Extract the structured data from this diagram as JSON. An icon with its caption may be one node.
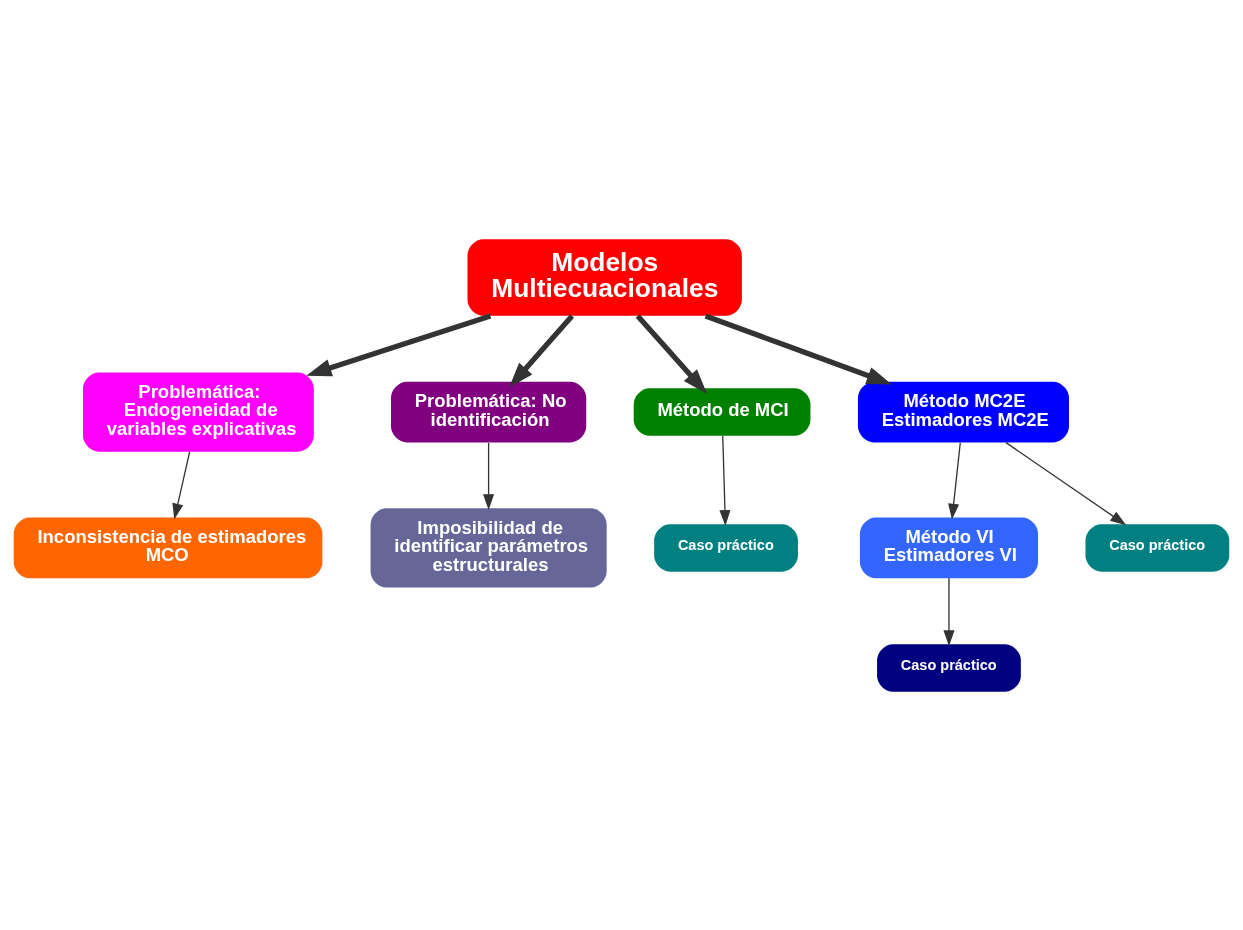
{
  "diagram": {
    "nodes": [
      {
        "text": [
          "Inconsistencia de estimadores MCO"
        ]
      },
      {
        "text": [
          "Imposibilidad de identificar parámetros estructurales"
        ]
      },
      {
        "text": [
          "Problemática: Endogeneidad de variables explicativas"
        ]
      },
      {
        "text": [
          "Problemática: No identificación"
        ]
      },
      {
        "text": [
          "Modelos Multiecuacionales"
        ]
      },
      {
        "text": [
          "Método de MCI"
        ]
      },
      {
        "text": [
          "Método MC2E Estimadores MC2E"
        ]
      },
      {
        "text": [
          "Método VI Estimadores VI"
        ]
      },
      {
        "text": [
          "Caso práctico"
        ]
      },
      {
        "text": [
          "Caso práctico"
        ]
      },
      {
        "text": [
          "Caso práctico"
        ]
      }
    ],
    "edges": [
      {
        "from": 2,
        "to": 0,
        "arrow": "to"
      },
      {
        "from": 3,
        "to": 1,
        "arrow": "to"
      },
      {
        "from": 4,
        "to": 2,
        "arrow": "to",
        "style": "thick"
      },
      {
        "from": 4,
        "to": 3,
        "arrow": "to",
        "style": "thick"
      },
      {
        "from": 4,
        "to": 5,
        "arrow": "to",
        "style": "thick"
      },
      {
        "from": 4,
        "to": 6,
        "arrow": "to",
        "style": "thick"
      },
      {
        "from": 6,
        "to": 7,
        "arrow": "to"
      },
      {
        "from": 5,
        "to": 8,
        "arrow": "to"
      },
      {
        "from": 6,
        "to": 9,
        "arrow": "to"
      },
      {
        "from": 7,
        "to": 10,
        "arrow": "to"
      }
    ]
  }
}
